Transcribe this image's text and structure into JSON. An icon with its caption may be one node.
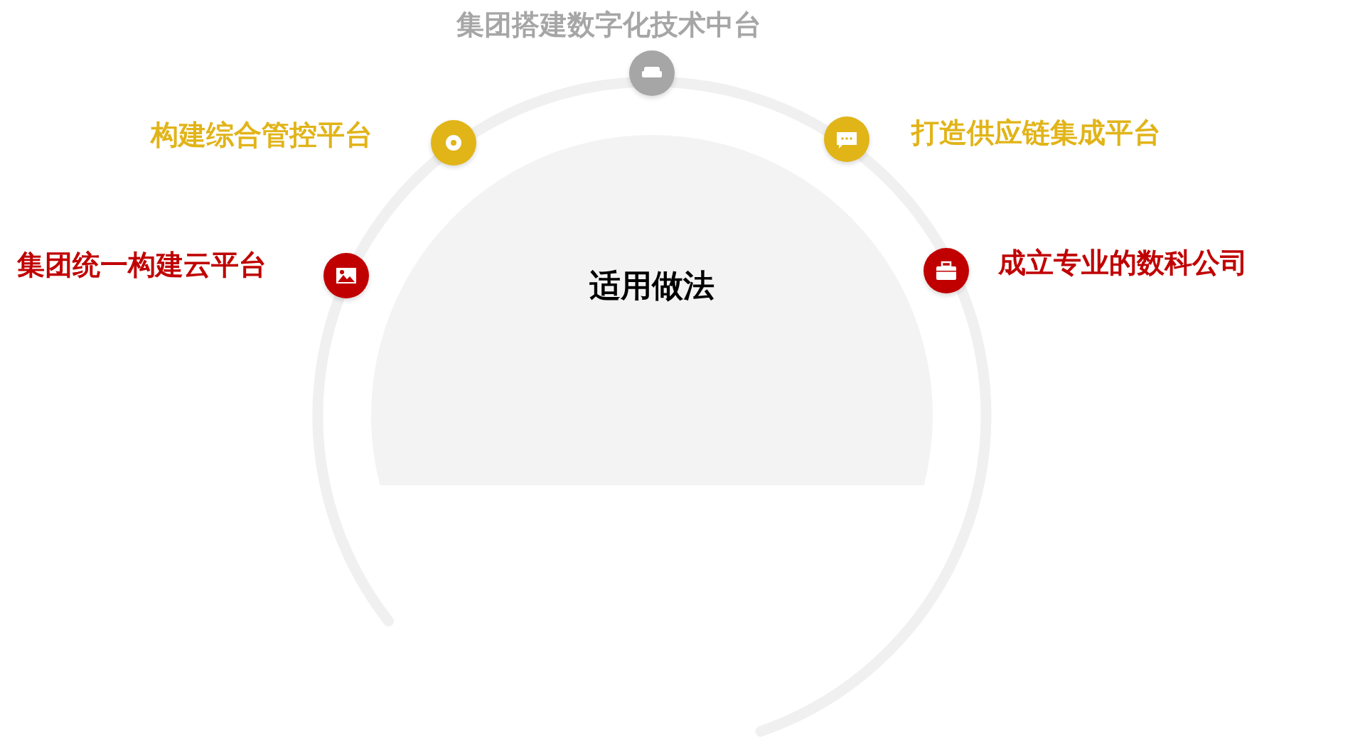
{
  "diagram": {
    "nodes": [
      {
        "text": [
          "适用做法"
        ]
      }
    ],
    "labels": [
      "集团搭建数字化技术中台",
      "构建综合管控平台",
      "打造供应链集成平台",
      "集团统一构建云平台",
      "成立专业的数科公司"
    ]
  }
}
